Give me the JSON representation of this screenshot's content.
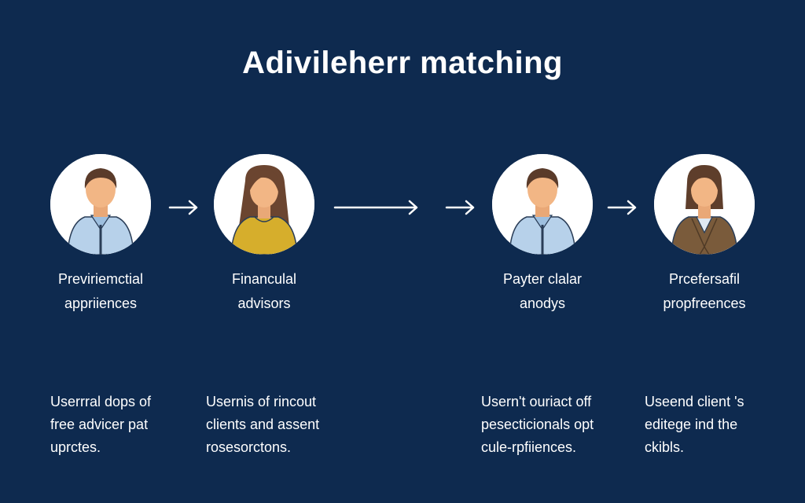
{
  "title": "Adivileherr matching",
  "steps": [
    {
      "label": [
        "Previriemctial",
        "appriiences"
      ],
      "description": [
        "Userrral dops of",
        "free advicer pat",
        "uprctes."
      ],
      "icon": "man-avatar-icon"
    },
    {
      "label": [
        "Financulal",
        "advisors"
      ],
      "description": [
        "Usernis of rincout",
        "clients and assent",
        "rosesorctons."
      ],
      "icon": "woman-avatar-icon"
    },
    {
      "label": [
        "Payter clalar",
        "anodys"
      ],
      "description": [
        "Usern't ouriact off",
        "pesecticionals opt",
        "cule-rpfiiences."
      ],
      "icon": "man-avatar-icon"
    },
    {
      "label": [
        "Prcefersafil",
        "propfreences"
      ],
      "description": [
        "Useend client 's",
        "editege ind the",
        "ckibls."
      ],
      "icon": "woman-suit-avatar-icon"
    }
  ],
  "colors": {
    "background": "#0e2a4f",
    "shirt_blue": "#b7d1ea",
    "sweater_yellow": "#d6ae2c",
    "suit_brown": "#7a5b3b",
    "skin": "#f2b685",
    "hair_dark": "#5a3b2a"
  }
}
